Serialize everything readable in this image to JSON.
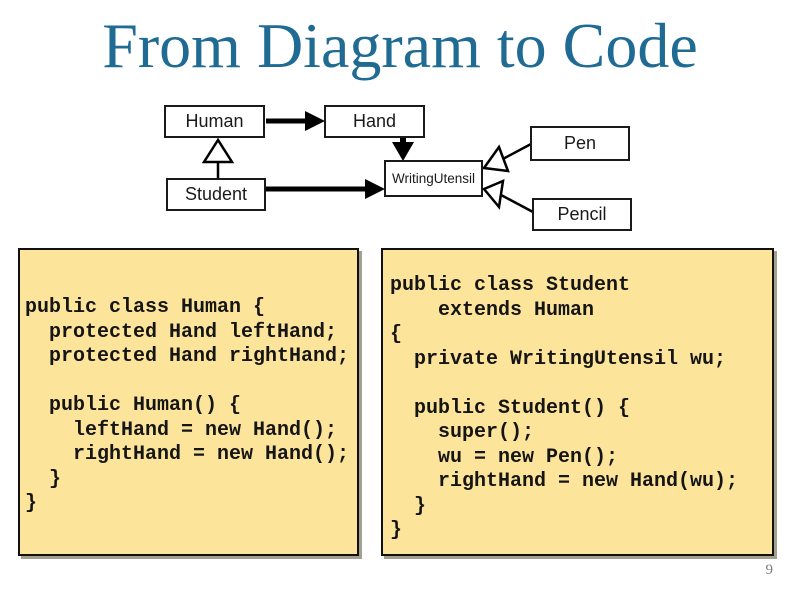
{
  "title": "From Diagram to Code",
  "page_number": "9",
  "colors": {
    "title_text": "#1f6b94",
    "code_panel_fill": "#fce49b",
    "node_border": "#1a1a1a",
    "background": "#ffffff"
  },
  "diagram": {
    "nodes": {
      "human": "Human",
      "hand": "Hand",
      "student": "Student",
      "writing_utensil": "WritingUtensil",
      "pen": "Pen",
      "pencil": "Pencil"
    },
    "relations": [
      "Human has Hand (association arrow)",
      "Hand has WritingUtensil (association arrow)",
      "Student has WritingUtensil (association arrow)",
      "Student extends Human (generalization triangle)",
      "Pen extends WritingUtensil (generalization triangle)",
      "Pencil extends WritingUtensil (generalization triangle)"
    ]
  },
  "code_panels": {
    "human": {
      "code": "public class Human {\n  protected Hand leftHand;\n  protected Hand rightHand;\n\n  public Human() {\n    leftHand = new Hand();\n    rightHand = new Hand();\n  }\n}"
    },
    "student": {
      "code": "public class Student\n    extends Human\n{\n  private WritingUtensil wu;\n\n  public Student() {\n    super();\n    wu = new Pen();\n    rightHand = new Hand(wu);\n  }\n}"
    }
  }
}
